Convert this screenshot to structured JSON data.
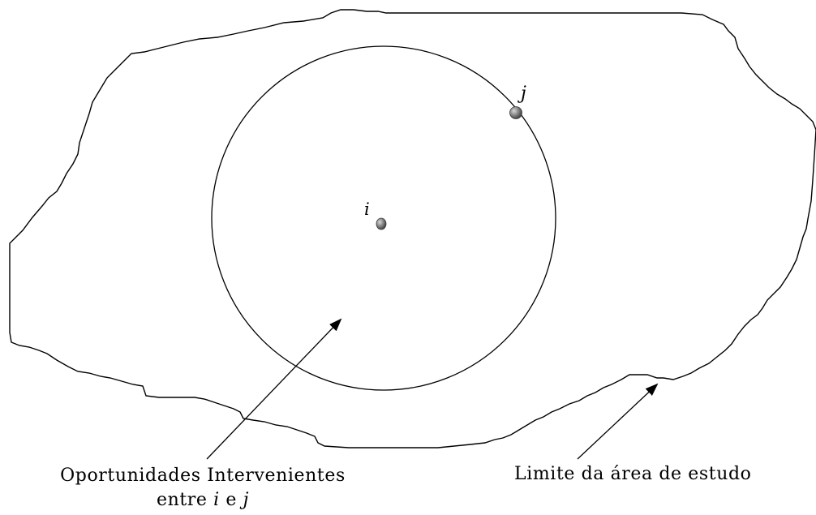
{
  "points": {
    "i": {
      "label": "i"
    },
    "j": {
      "label": "j"
    }
  },
  "labels": {
    "intervening": {
      "line1": "Oportunidades Intervenientes",
      "line2_prefix": "entre",
      "line2_i": "i",
      "line2_mid": "e",
      "line2_j": "j"
    },
    "boundary": "Limite da área de estudo"
  },
  "colors": {
    "stroke": "#000000",
    "point_fill": "#707070",
    "point_edge": "#3a3a3a",
    "background": "#ffffff"
  }
}
